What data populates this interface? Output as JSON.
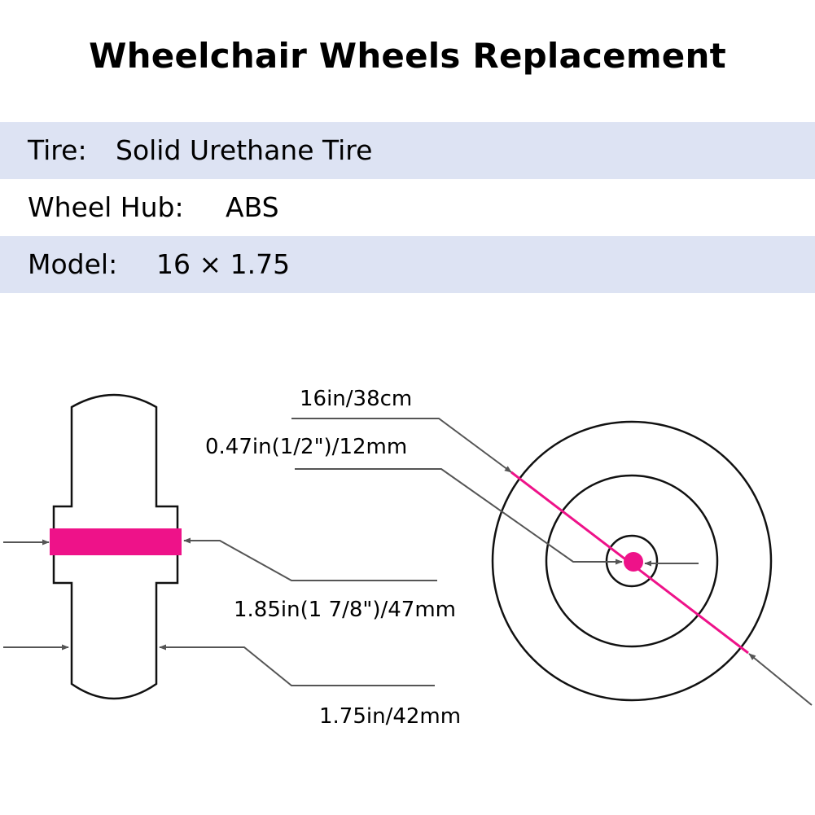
{
  "title": "Wheelchair Wheels Replacement",
  "specs": [
    {
      "label": "Tire:",
      "value": "Solid Urethane Tire"
    },
    {
      "label": "Wheel Hub:",
      "value": "ABS"
    },
    {
      "label": "Model:",
      "value": "16 × 1.75"
    }
  ],
  "dimensions": {
    "diameter": "16in/38cm",
    "axle_bore": "0.47in(1/2\")/12mm",
    "hub_width": "1.85in(1 7/8\")/47mm",
    "tire_width": "1.75in/42mm"
  },
  "colors": {
    "row_shade": "#dde3f3",
    "hub_highlight": "#ee1289",
    "outline": "#111111",
    "leader": "#555555"
  }
}
